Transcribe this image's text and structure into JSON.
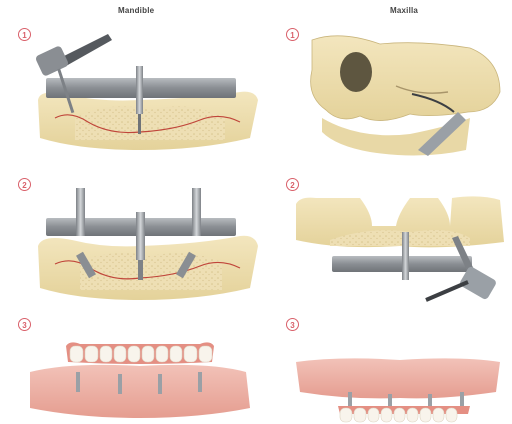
{
  "columns": {
    "left": "Mandible",
    "right": "Maxilla"
  },
  "steps": [
    "1",
    "2",
    "3"
  ],
  "colors": {
    "step_marker": "#d9606a",
    "bone": "#efe0b6",
    "bone_cortex": "#e7d59a",
    "nerve": "#c0453a",
    "guide_plate": "#8d8d8d",
    "gum": "#e9a79c",
    "tooth": "#f8f4ec",
    "instrument": "#9aa0a6"
  },
  "icons": [
    "dental-handpiece-icon",
    "surgical-guide-icon",
    "implant-icon",
    "drill-icon"
  ]
}
